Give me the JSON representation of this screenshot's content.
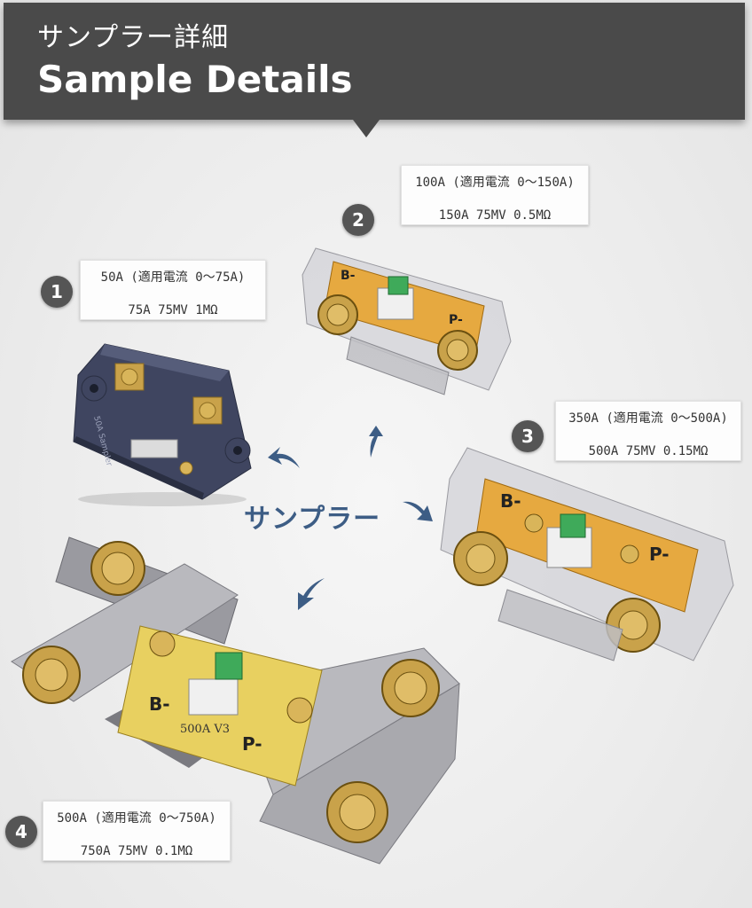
{
  "header": {
    "title_jp": "サンプラー詳細",
    "title_en": "Sample Details"
  },
  "center_label": "サンプラー",
  "samples": [
    {
      "badge": "1",
      "line1": "50A (適用電流 0～75A)",
      "line2": "75A 75MV 1MΩ",
      "module_mark": "50A Sampler"
    },
    {
      "badge": "2",
      "line1": "100A (適用電流 0～150A)",
      "line2": "150A 75MV 0.5MΩ"
    },
    {
      "badge": "3",
      "line1": "350A (適用電流 0～500A)",
      "line2": "500A 75MV 0.15MΩ"
    },
    {
      "badge": "4",
      "line1": "500A (適用電流 0～750A)",
      "line2": "750A 75MV 0.1MΩ",
      "module_mark": "500A V3"
    }
  ],
  "terminal_labels": {
    "negative": "B-",
    "positive": "P-"
  },
  "colors": {
    "header_bg": "#4a4a4a",
    "accent": "#3d5d85",
    "badge_bg": "#555555",
    "pcb": "#e8a23c"
  }
}
